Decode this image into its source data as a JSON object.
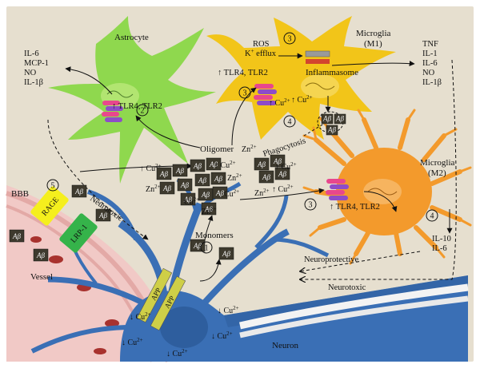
{
  "title": "",
  "labels": {
    "astrocyte": "Astrocyte",
    "microglia_m1_line1": "Microglia",
    "microglia_m1_line2": "(M1)",
    "microglia_m2_line1": "Microglia",
    "microglia_m2_line2": "(M2)",
    "neuron": "Neuron",
    "vessel": "Vessel",
    "bbb": "BBB",
    "rage": "RAGE",
    "lrp1": "LRP-1",
    "monomers": "Monomers",
    "oligomer": "Oligomer",
    "phagocytosis": "Phagocytosis",
    "inflammasome": "Inflammasome",
    "ros": "ROS",
    "k_efflux": "K",
    "k_sup": "+",
    "k_efflux_rest": " efflux",
    "neurotoxic_1": "Neurotoxic",
    "neuroprotective": "Neuroprotective",
    "neurotoxic_2": "Neurotoxic",
    "app": "APP",
    "ab": "Aβ",
    "tlr_astro": "↑ TLR4, TLR2",
    "tlr_m1": "↑ TLR4, TLR2",
    "tlr_m2": "↑ TLR4, TLR2",
    "cu_up": "↑ Cu",
    "cu_down": "↓ Cu",
    "cu": "Cu",
    "zn": "Zn",
    "sup_2plus": "2+"
  },
  "astro_cytokines": [
    "IL-6",
    "MCP-1",
    "NO",
    "IL-1β"
  ],
  "m1_cytokines": [
    "TNF",
    "IL-1",
    "IL-6",
    "NO",
    "IL-1β"
  ],
  "m2_cytokines": [
    "IL-10",
    "IL-6"
  ],
  "step_numbers": [
    "1",
    "2",
    "3",
    "3",
    "3",
    "4",
    "4",
    "5"
  ],
  "colors": {
    "background": "#e6dfcf",
    "astrocyte": "#8fd84e",
    "microglia_m1": "#f2c519",
    "microglia_m2": "#f39a2c",
    "neuron": "#3a6fb5",
    "vessel": "#f1c9c6",
    "rage": "#f5ef1d",
    "lrp1": "#35b34a",
    "abeta_box": "#3e3a2e",
    "receptor_pink": "#e8478d",
    "receptor_purple": "#8e4cc8"
  }
}
